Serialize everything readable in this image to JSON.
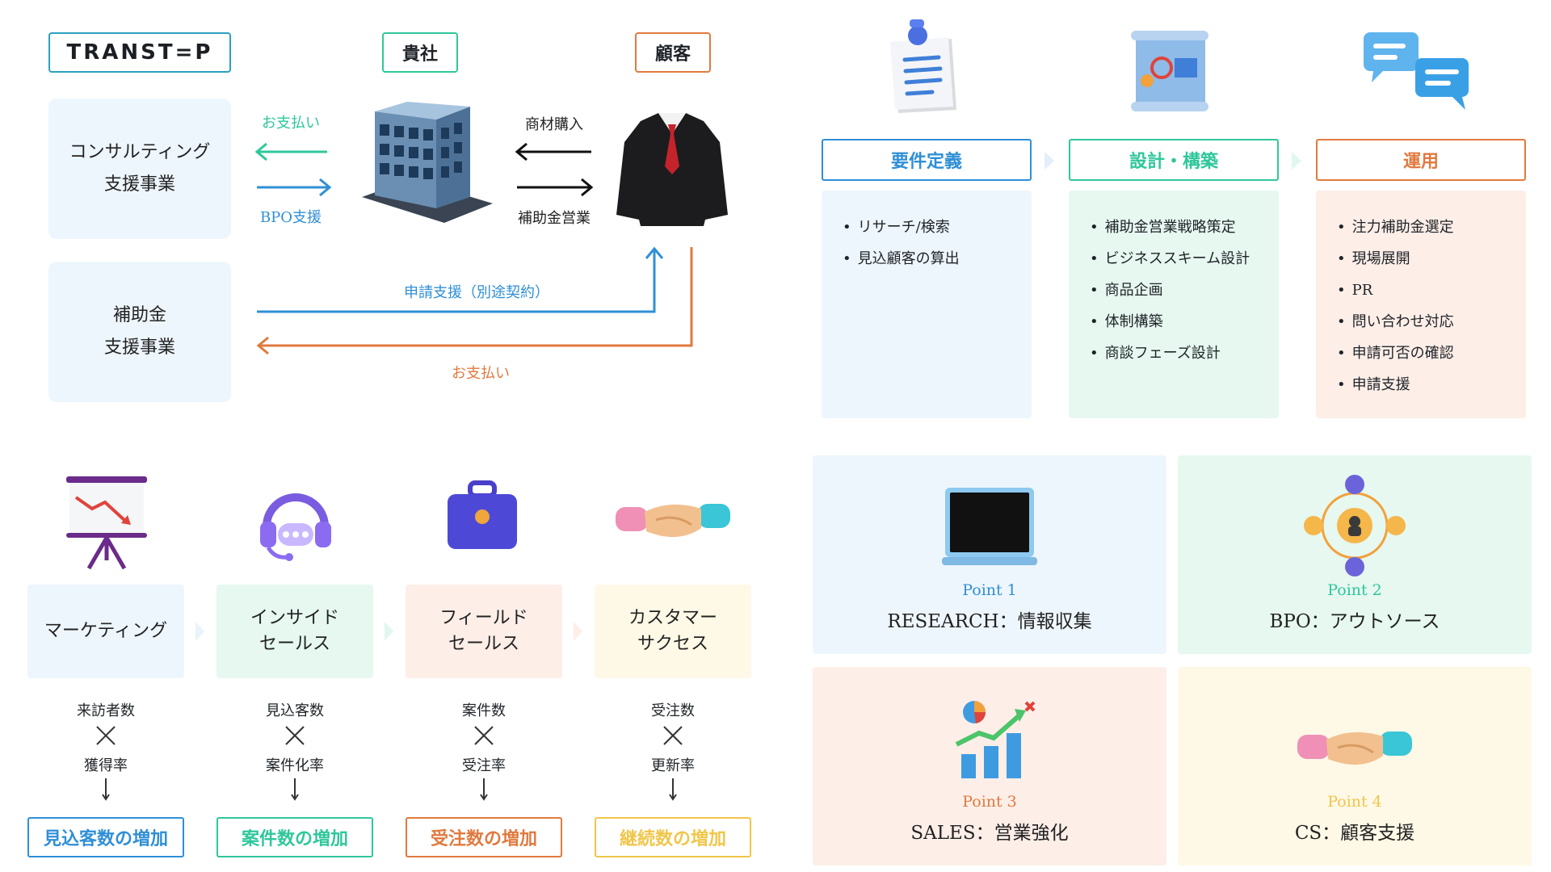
{
  "business_model": {
    "logo": "TRANST=P",
    "company_label": "貴社",
    "customer_label": "顧客",
    "services": [
      "コンサルティング\n支援事業",
      "補助金\n支援事業"
    ],
    "flows": {
      "payment_top": "お支払い",
      "bpo_support": "BPO支援",
      "product_purchase": "商材購入",
      "subsidy_sales": "補助金営業",
      "application_support": "申請支援（別途契約）",
      "payment_bottom": "お支払い"
    }
  },
  "process": {
    "steps": [
      {
        "title": "要件定義",
        "items": [
          "リサーチ/検索",
          "見込顧客の算出"
        ]
      },
      {
        "title": "設計・構築",
        "items": [
          "補助金営業戦略策定",
          "ビジネススキーム設計",
          "商品企画",
          "体制構築",
          "商談フェーズ設計"
        ]
      },
      {
        "title": "運用",
        "items": [
          "注力補助金選定",
          "現場展開",
          "PR",
          "問い合わせ対応",
          "申請可否の確認",
          "申請支援"
        ]
      }
    ]
  },
  "funnel": {
    "stages": [
      {
        "name": "マーケティング",
        "metric_a": "来訪者数",
        "metric_b": "獲得率",
        "result": "見込客数の増加"
      },
      {
        "name": "インサイド\nセールス",
        "metric_a": "見込客数",
        "metric_b": "案件化率",
        "result": "案件数の増加"
      },
      {
        "name": "フィールド\nセールス",
        "metric_a": "案件数",
        "metric_b": "受注率",
        "result": "受注数の増加"
      },
      {
        "name": "カスタマー\nサクセス",
        "metric_a": "受注数",
        "metric_b": "更新率",
        "result": "継続数の増加"
      }
    ]
  },
  "points": [
    {
      "number": "Point 1",
      "title": "RESEARCH：情報収集"
    },
    {
      "number": "Point 2",
      "title": "BPO：アウトソース"
    },
    {
      "number": "Point 3",
      "title": "SALES：営業強化"
    },
    {
      "number": "Point 4",
      "title": "CS：顧客支援"
    }
  ],
  "colors": {
    "blue": "#2f8fd6",
    "teal": "#2fc79b",
    "orange": "#e07a3f",
    "yellow": "#f0c64a",
    "logo_border": "#2aa1c0"
  }
}
